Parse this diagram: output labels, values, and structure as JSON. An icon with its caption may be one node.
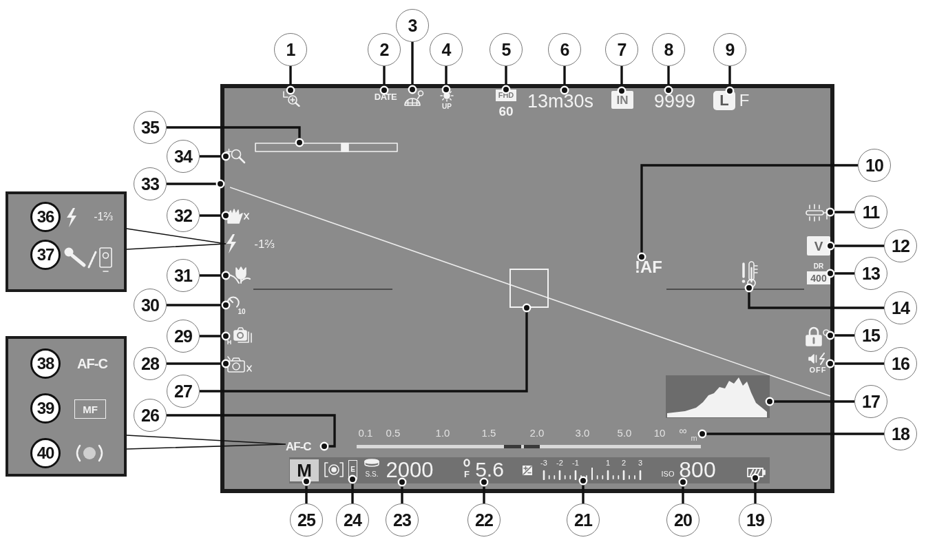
{
  "diagram": {
    "nodes": [
      {
        "text": [],
        "shape": "box"
      },
      {
        "text": [
          "1"
        ]
      },
      {
        "text": [],
        "shape": "picture",
        "in": 0
      },
      {
        "text": [
          "2"
        ]
      },
      {
        "text": [
          "DATE"
        ],
        "in": 0
      },
      {
        "text": [
          "3"
        ]
      },
      {
        "text": [],
        "shape": "picture",
        "in": 0
      },
      {
        "text": [
          "4"
        ]
      },
      {
        "text": [
          "UP"
        ],
        "in": 0
      },
      {
        "text": [
          "5"
        ]
      },
      {
        "text": [
          "FHD",
          "60"
        ],
        "in": 0
      },
      {
        "text": [
          "6"
        ]
      },
      {
        "text": [
          "13m30s"
        ],
        "in": 0
      },
      {
        "text": [
          "7"
        ]
      },
      {
        "text": [
          "IN"
        ],
        "in": 0
      },
      {
        "text": [
          "8"
        ]
      },
      {
        "text": [
          "9999"
        ],
        "in": 0
      },
      {
        "text": [
          "9"
        ]
      },
      {
        "text": [
          "L"
        ],
        "beside": [
          "F"
        ],
        "in": 0
      },
      {
        "text": [
          "10"
        ]
      },
      {
        "text": [
          "!AF"
        ],
        "in": 0
      },
      {
        "text": [
          "11"
        ]
      },
      {
        "text": [],
        "shape": "picture",
        "in": 0
      },
      {
        "text": [
          "12"
        ]
      },
      {
        "text": [
          "V"
        ],
        "in": 0
      },
      {
        "text": [
          "13"
        ]
      },
      {
        "text": [
          "DR",
          "400"
        ],
        "in": 0
      },
      {
        "text": [
          "14"
        ]
      },
      {
        "text": [],
        "shape": "picture",
        "in": 0
      },
      {
        "text": [
          "15"
        ]
      },
      {
        "text": [],
        "shape": "picture",
        "in": 0
      },
      {
        "text": [
          "16"
        ]
      },
      {
        "text": [
          "OFF"
        ],
        "in": 0
      },
      {
        "text": [
          "17"
        ]
      },
      {
        "text": [],
        "shape": "picture",
        "in": 0
      },
      {
        "text": [
          "18"
        ]
      },
      {
        "text": [
          "0.1",
          "0.5",
          "1.0",
          "1.5",
          "2.0",
          "3.0",
          "5.0",
          "10",
          "∞",
          "m"
        ],
        "in": 0
      },
      {
        "text": [
          "19"
        ]
      },
      {
        "text": [],
        "shape": "picture",
        "in": 0
      },
      {
        "text": [
          "20"
        ]
      },
      {
        "text": [
          "ISO",
          "800"
        ],
        "in": 0
      },
      {
        "text": [
          "21"
        ]
      },
      {
        "text": [
          "-3",
          "-2",
          "-1",
          "1",
          "2",
          "3"
        ],
        "in": 0
      },
      {
        "text": [
          "22"
        ]
      },
      {
        "text": [
          "F",
          "5.6"
        ],
        "in": 0
      },
      {
        "text": [
          "23"
        ]
      },
      {
        "text": [
          "S.S.",
          "2000"
        ],
        "in": 0
      },
      {
        "text": [
          "24"
        ]
      },
      {
        "text": [
          "E"
        ],
        "in": 0
      },
      {
        "text": [
          "25"
        ]
      },
      {
        "text": [
          "M"
        ],
        "in": 0
      },
      {
        "text": [
          "26"
        ]
      },
      {
        "text": [
          "AF-C"
        ],
        "in": 0
      },
      {
        "text": [
          "27"
        ]
      },
      {
        "text": [],
        "shape": "box",
        "in": 0
      },
      {
        "text": [
          "28"
        ]
      },
      {
        "text": [],
        "shape": "picture",
        "in": 0
      },
      {
        "text": [
          "29"
        ]
      },
      {
        "text": [
          "H"
        ],
        "in": 0
      },
      {
        "text": [
          "30"
        ]
      },
      {
        "text": [
          "10"
        ],
        "in": 0
      },
      {
        "text": [
          "31"
        ]
      },
      {
        "text": [],
        "shape": "picture",
        "in": 0
      },
      {
        "text": [
          "32"
        ]
      },
      {
        "text": [],
        "shape": "picture",
        "in": 0
      },
      {
        "text": [
          "33"
        ]
      },
      {
        "text": [
          "34"
        ]
      },
      {
        "text": [],
        "shape": "picture",
        "in": 0
      },
      {
        "text": [
          "35"
        ]
      },
      {
        "text": [],
        "shape": "bar",
        "in": 0
      },
      {
        "text": [
          "-1⅔"
        ],
        "in": 0
      },
      {
        "text": [],
        "shape": "box"
      },
      {
        "text": [
          "36"
        ],
        "beside": [
          "-1⅔"
        ],
        "in": 71
      },
      {
        "text": [
          "37"
        ],
        "in": 71
      },
      {
        "text": [],
        "shape": "box"
      },
      {
        "text": [
          "38"
        ],
        "beside": [
          "AF-C"
        ],
        "in": 74
      },
      {
        "text": [
          "39"
        ],
        "in": 74
      },
      {
        "text": [
          "MF"
        ],
        "in": 74
      },
      {
        "text": [
          "40"
        ],
        "in": 74
      }
    ],
    "edges": [
      {
        "from": 1,
        "to": 2,
        "arrow": "other"
      },
      {
        "from": 3,
        "to": 4,
        "arrow": "other"
      },
      {
        "from": 5,
        "to": 6,
        "arrow": "other"
      },
      {
        "from": 7,
        "to": 8,
        "arrow": "other"
      },
      {
        "from": 9,
        "to": 10,
        "arrow": "other"
      },
      {
        "from": 11,
        "to": 12,
        "arrow": "other"
      },
      {
        "from": 13,
        "to": 14,
        "arrow": "other"
      },
      {
        "from": 15,
        "to": 16,
        "arrow": "other"
      },
      {
        "from": 17,
        "to": 18,
        "arrow": "other"
      },
      {
        "from": 19,
        "to": 20,
        "arrow": "other"
      },
      {
        "from": 21,
        "to": 22,
        "arrow": "other"
      },
      {
        "from": 23,
        "to": 24,
        "arrow": "other"
      },
      {
        "from": 25,
        "to": 26,
        "arrow": "other"
      },
      {
        "from": 27,
        "to": 28,
        "arrow": "other"
      },
      {
        "from": 29,
        "to": 30,
        "arrow": "other"
      },
      {
        "from": 31,
        "to": 32,
        "arrow": "other"
      },
      {
        "from": 33,
        "to": 34,
        "arrow": "other"
      },
      {
        "from": 35,
        "to": 36,
        "arrow": "other"
      },
      {
        "from": 37,
        "to": 38,
        "arrow": "other"
      },
      {
        "from": 39,
        "to": 40,
        "arrow": "other"
      },
      {
        "from": 41,
        "to": 42,
        "arrow": "other"
      },
      {
        "from": 43,
        "to": 44,
        "arrow": "other"
      },
      {
        "from": 45,
        "to": 46,
        "arrow": "other"
      },
      {
        "from": 47,
        "to": 48,
        "arrow": "other"
      },
      {
        "from": 49,
        "to": 50,
        "arrow": "other"
      },
      {
        "from": 51,
        "to": 52,
        "arrow": "other"
      },
      {
        "from": 53,
        "to": 54,
        "arrow": "other"
      },
      {
        "from": 55,
        "to": 56,
        "arrow": "other"
      },
      {
        "from": 57,
        "to": 58,
        "arrow": "other"
      },
      {
        "from": 59,
        "to": 60,
        "arrow": "other"
      },
      {
        "from": 61,
        "to": 62,
        "arrow": "other"
      },
      {
        "from": 63,
        "to": 64,
        "arrow": "other"
      },
      {
        "from": 65,
        "to": 0,
        "arrow": "other"
      },
      {
        "from": 66,
        "to": 67,
        "arrow": "other"
      },
      {
        "from": 68,
        "to": 69,
        "arrow": "other"
      },
      {
        "from": 71,
        "to": 70,
        "arrow": "none"
      },
      {
        "from": 74,
        "to": 52,
        "arrow": "none"
      }
    ]
  }
}
